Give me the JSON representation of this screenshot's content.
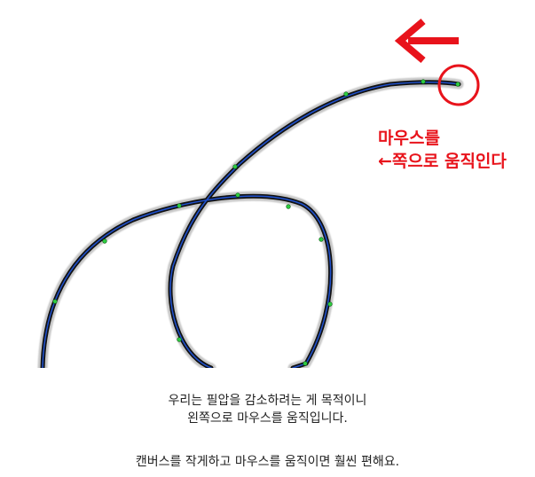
{
  "annotation": {
    "line1": "마우스를",
    "line2": "←쪽으로 움직인다"
  },
  "captions": [
    "우리는 필압을 감소하려는 게 목적이니",
    "왼쪽으로 마우스를 움직입니다.",
    "캔버스를 작게하고 마우스를 움직이면 훨씬 편해요."
  ],
  "colors": {
    "annotation_red": "#e8131b",
    "stroke_dark": "#111111",
    "path_blue": "#1f4fc8",
    "anchor_green": "#2ecc40"
  },
  "icons": {
    "arrow": "left-arrow-icon",
    "circle": "cursor-highlight-circle-icon"
  }
}
